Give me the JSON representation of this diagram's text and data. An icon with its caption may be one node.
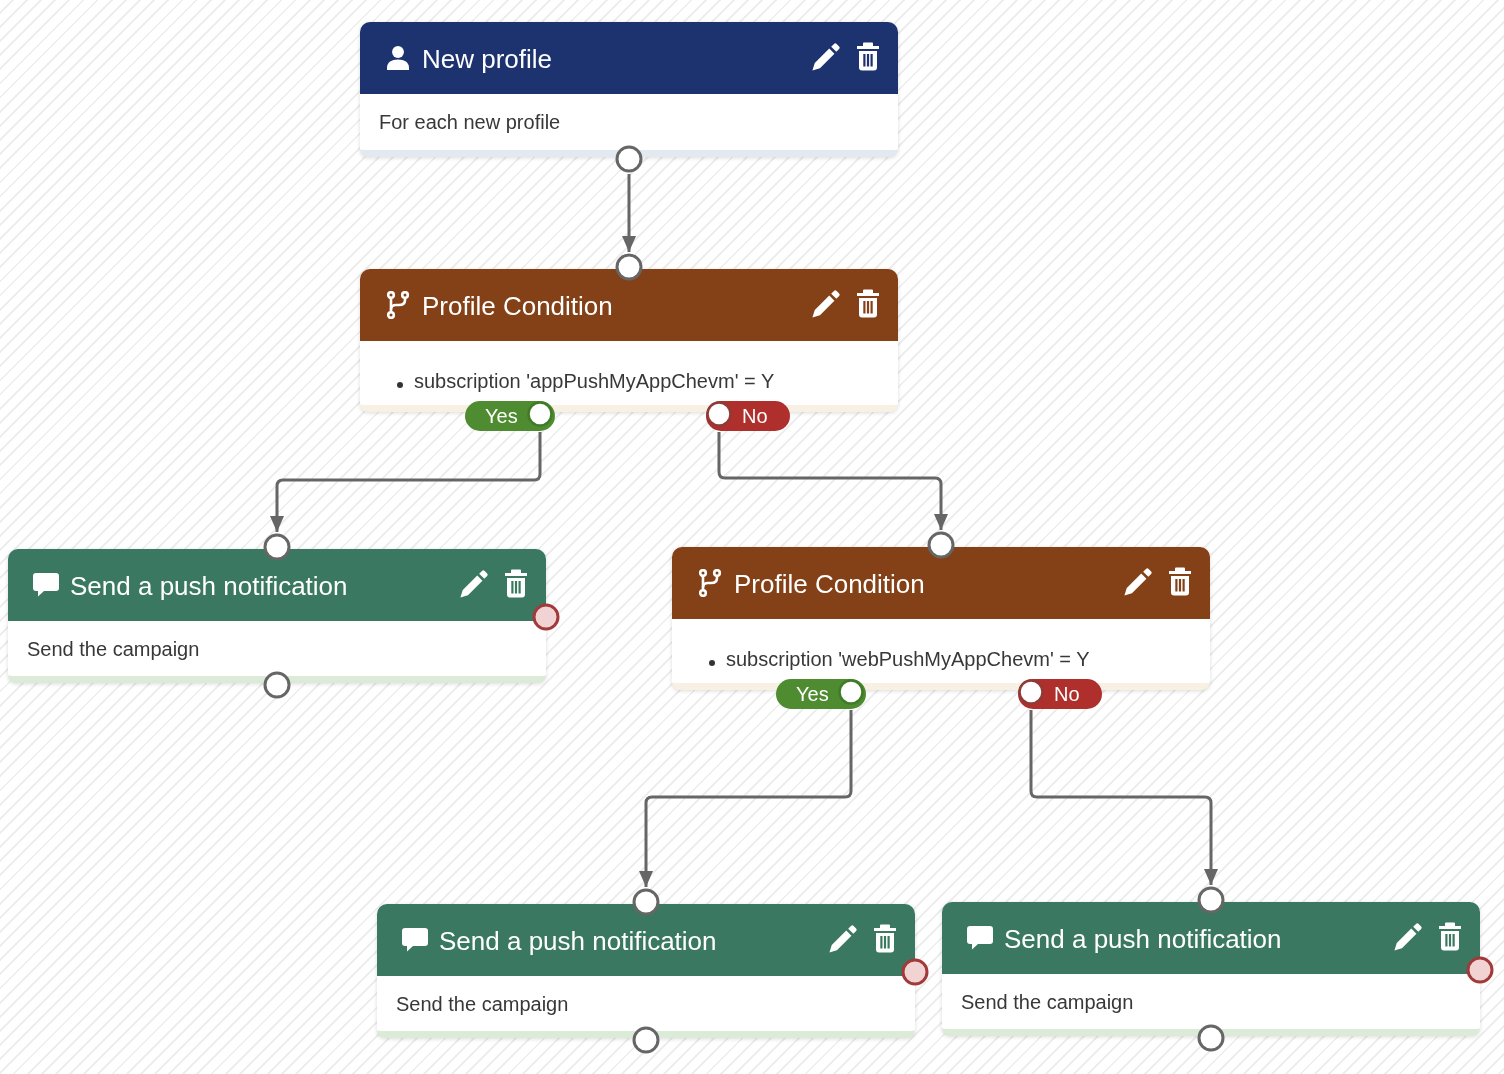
{
  "diagram": {
    "nodes": [
      {
        "text": [
          "New profile",
          "For each new profile"
        ]
      },
      {
        "text": [
          "Profile Condition",
          "subscription 'appPushMyAppChevm' = Y"
        ]
      },
      {
        "text": [
          "Send a push notification",
          "Send the campaign"
        ]
      },
      {
        "text": [
          "Profile Condition",
          "subscription 'webPushMyAppChevm' = Y"
        ]
      },
      {
        "text": [
          "Send a push notification",
          "Send the campaign"
        ]
      },
      {
        "text": [
          "Send a push notification",
          "Send the campaign"
        ]
      }
    ],
    "edges": [
      {
        "from": 0,
        "to": 1,
        "arrow": "to"
      },
      {
        "from": 1,
        "to": 2,
        "arrow": "to",
        "label": "Yes"
      },
      {
        "from": 1,
        "to": 3,
        "arrow": "to",
        "label": "No"
      },
      {
        "from": 3,
        "to": 4,
        "arrow": "to",
        "label": "Yes"
      },
      {
        "from": 3,
        "to": 5,
        "arrow": "to",
        "label": "No"
      }
    ]
  }
}
